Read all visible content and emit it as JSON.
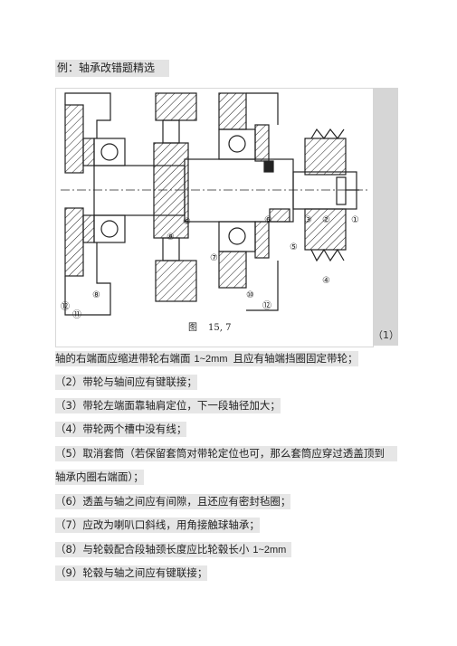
{
  "title": "例：轴承改错题精选",
  "figure": {
    "caption_prefix": "图",
    "caption_number": "15, 7",
    "labels": [
      "①",
      "②",
      "③",
      "④",
      "⑤",
      "⑥",
      "⑦",
      "⑧",
      "⑨",
      "⑩",
      "⑪",
      "⑫"
    ]
  },
  "side_number": "（1）",
  "lines": [
    {
      "pre": "轴的右端面应缩进带轮右端面",
      "num": "1~2mm",
      "post": "且应有轴端挡圈固定带轮；"
    },
    {
      "pre": "（2）带轮与轴间应有键联接；",
      "num": "",
      "post": ""
    },
    {
      "pre": "（3）带轮左端面靠轴肩定位，下一段轴径加大；",
      "num": "",
      "post": ""
    },
    {
      "pre": "（4）带轮两个槽中没有线；",
      "num": "",
      "post": ""
    },
    {
      "pre": "（5）取消套筒（若保留套筒对带轮定位也可，那么套筒应穿过透盖顶到",
      "num": "",
      "post": ""
    },
    {
      "pre": "轴承内圈右端面）；",
      "num": "",
      "post": ""
    },
    {
      "pre": "（6）透盖与轴之间应有间隙，且还应有密封毡圈；",
      "num": "",
      "post": ""
    },
    {
      "pre": "（7）应改为喇叭口斜线，用角接触球轴承；",
      "num": "",
      "post": ""
    },
    {
      "pre": "（8）与轮毂配合段轴颈长度应比轮毂长小",
      "num": "1~2mm",
      "post": ""
    },
    {
      "pre": "（9）轮毂与轴之间应有键联接；",
      "num": "",
      "post": ""
    }
  ]
}
